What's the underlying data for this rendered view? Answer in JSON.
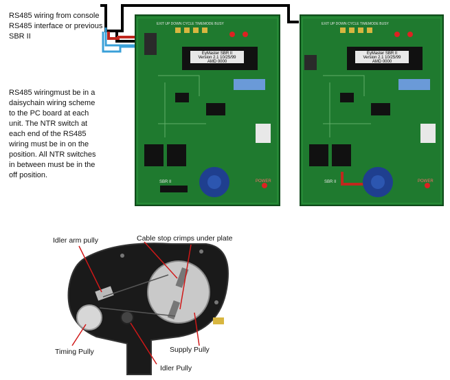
{
  "wiring": {
    "text": "RS485 wiring from console RS485 interface or previous SBR II"
  },
  "daisy": {
    "text": "RS485 wiringmust be in a daisychain wiring scheme to the PC board at each unit. The NTR switch at each end of the RS485 wiring must be in on the position. All NTR switches in between must be in the off position."
  },
  "board": {
    "chip_line1": "EyMaster SBR II",
    "chip_line2": "Version 2.1 10/25/99",
    "chip_line3": "AMD 0000",
    "top_labels": [
      "EXIT",
      "UP",
      "DOWN",
      "CYCLE",
      "TIMEMODE",
      "BUSY"
    ],
    "power_label": "POWER",
    "lower_label": "SBR II"
  },
  "labels": {
    "idler_arm": "Idler arm pully",
    "cable_stop": "Cable stop crimps under plate",
    "timing": "Timing Pully",
    "supply": "Supply Pully",
    "idler": "Idler Pully"
  },
  "colors": {
    "board_green": "#1f7a2f",
    "wire_black": "#000000",
    "wire_red": "#c0281e",
    "wire_blue": "#3aa0d8",
    "capacitor_blue": "#1f3f8f"
  }
}
